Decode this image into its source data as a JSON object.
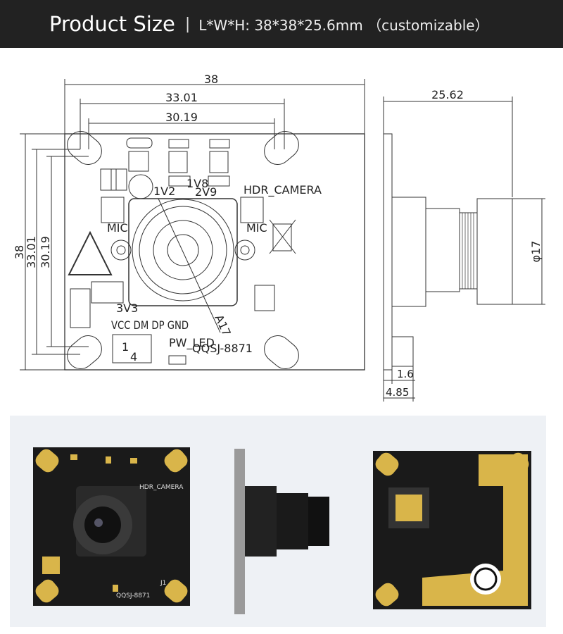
{
  "header": {
    "title": "Product Size",
    "separator": "|",
    "spec": "L*W*H: 38*38*25.6mm （customizable）"
  },
  "front_view": {
    "dims": {
      "outer": "38",
      "mid": "33.01",
      "inner": "30.19"
    },
    "silk": {
      "v1": "1V2",
      "v2": "1V8",
      "v3": "2V9",
      "hdr": "HDR_CAMERA",
      "mic_l": "MIC",
      "mic_r": "MIC",
      "v33": "3V3",
      "pins": "VCC DM DP GND",
      "p1": "1",
      "p4": "4",
      "pwled": "PW_LED",
      "model": "QQSJ-8871",
      "a17": "A17"
    }
  },
  "side_view": {
    "width": "25.62",
    "lens_dia": "φ17",
    "pcb": "1.6",
    "depth": "4.85"
  },
  "photos": {
    "front_silk_hdr": "HDR_CAMERA",
    "front_model": "QQSJ-8871",
    "front_j1": "J1"
  },
  "colors": {
    "header": "#222222",
    "pcb": "#1a1a1a",
    "gold": "#d9b54a",
    "panel": "#eef1f5"
  }
}
